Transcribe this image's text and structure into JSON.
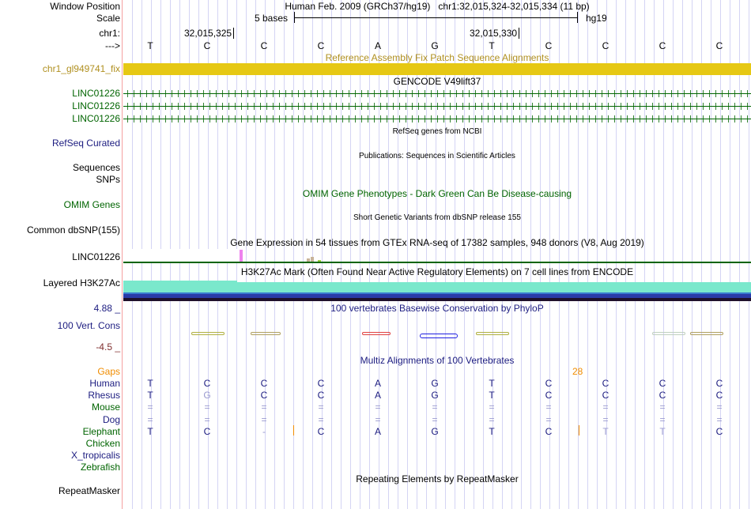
{
  "header": {
    "window_position_label": "Window Position",
    "window_position": "Human Feb. 2009 (GRCh37/hg19)   chr1:32,015,324-32,015,334 (11 bp)",
    "scale_label": "Scale",
    "scale_text": "5 bases",
    "scale_assembly": "hg19",
    "chrom_label": "chr1:",
    "pos1": "32,015,325",
    "pos2": "32,015,330",
    "strand_label": "--->"
  },
  "reference_bases": [
    "T",
    "C",
    "C",
    "C",
    "A",
    "G",
    "T",
    "C",
    "C",
    "C",
    "C"
  ],
  "tracks": {
    "fix_patch": {
      "title": "Reference Assembly Fix Patch Sequence Alignments",
      "label": "chr1_gl949741_fix",
      "color": "#e6c814"
    },
    "gencode": {
      "title": "GENCODE V49lift37",
      "items": [
        "LINC01226",
        "LINC01226",
        "LINC01226"
      ]
    },
    "refseq": {
      "title": "RefSeq genes from NCBI",
      "label": "RefSeq Curated"
    },
    "publications": {
      "title": "Publications: Sequences in Scientific Articles",
      "labels": [
        "Sequences",
        "SNPs"
      ]
    },
    "omim": {
      "title": "OMIM Gene Phenotypes - Dark Green Can Be Disease-causing",
      "label": "OMIM Genes"
    },
    "dbsnp": {
      "title": "Short Genetic Variants from dbSNP release 155",
      "label": "Common dbSNP(155)"
    },
    "gtex": {
      "title": "Gene Expression in 54 tissues from GTEx RNA-seq of 17382 samples, 948 donors (V8, Aug 2019)",
      "label": "LINC01226"
    },
    "h3k27ac": {
      "title": "H3K27Ac Mark (Often Found Near Active Regulatory Elements) on 7 cell lines from ENCODE",
      "label": "Layered H3K27Ac"
    },
    "phylop": {
      "title": "100 vertebrates Basewise Conservation by PhyloP",
      "label": "100 Vert. Cons",
      "max": "4.88 _",
      "min": "-4.5 _"
    },
    "multiz": {
      "title": "Multiz Alignments of 100 Vertebrates",
      "gaps_label": "Gaps",
      "gaps_count": "28",
      "species": [
        {
          "name": "Human",
          "bases": [
            "T",
            "C",
            "C",
            "C",
            "A",
            "G",
            "T",
            "C",
            "C",
            "C",
            "C"
          ]
        },
        {
          "name": "Rhesus",
          "bases": [
            "T",
            "G",
            "C",
            "C",
            "A",
            "G",
            "T",
            "C",
            "C",
            "C",
            "C"
          ]
        },
        {
          "name": "Mouse",
          "bases": [
            "=",
            "=",
            "=",
            "=",
            "=",
            "=",
            "=",
            "=",
            "=",
            "=",
            "="
          ]
        },
        {
          "name": "Dog",
          "bases": [
            "=",
            "=",
            "=",
            "=",
            "=",
            "=",
            "=",
            "=",
            "=",
            "=",
            "="
          ]
        },
        {
          "name": "Elephant",
          "bases": [
            "T",
            "C",
            "-",
            "C",
            "A",
            "G",
            "T",
            "C",
            "T",
            "T",
            "C"
          ]
        },
        {
          "name": "Chicken",
          "bases": []
        },
        {
          "name": "X_tropicalis",
          "bases": []
        },
        {
          "name": "Zebrafish",
          "bases": []
        }
      ]
    },
    "repeatmasker": {
      "title": "Repeating Elements by RepeatMasker",
      "label": "RepeatMasker"
    }
  }
}
